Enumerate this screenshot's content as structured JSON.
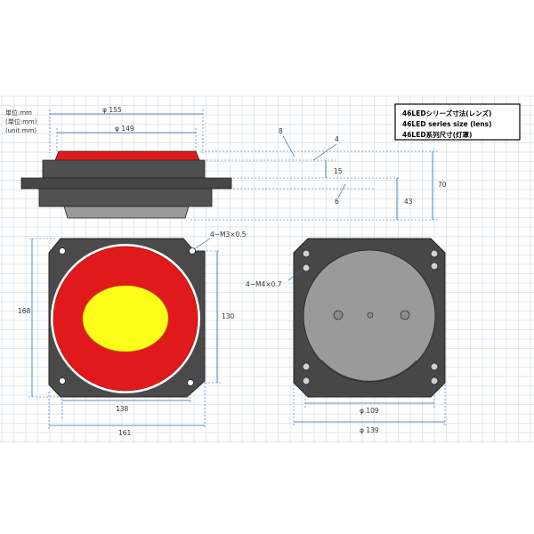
{
  "title_box": {
    "line1": "46LEDシリーズ寸法(レンズ)",
    "line2": "46LED series size (lens)",
    "line3": "46LED系列尺寸(灯罩)"
  },
  "units": {
    "line1": "単位:mm",
    "line2": "(単位:mm)",
    "line3": "(unit:mm)"
  },
  "side_view": {
    "dim_outer_diameter": "φ 155",
    "dim_lens_diameter": "φ 149",
    "callout_8": "8",
    "callout_4": "4",
    "callout_6": "6",
    "dim_15": "15",
    "dim_43": "43",
    "dim_70": "70"
  },
  "front_view": {
    "hole_spec": "4−M3×0.5",
    "dim_height": "168",
    "dim_hole_spacing_v": "130",
    "dim_hole_spacing_h": "138",
    "dim_width": "161"
  },
  "back_view": {
    "hole_spec": "4−M4×0.7",
    "dim_inner_diameter": "φ 109",
    "dim_outer_diameter": "φ 139"
  },
  "colors": {
    "lens_red": "#e01a1a",
    "lens_yellow": "#ffff1a",
    "body_gray": "#555555",
    "back_gray": "#9a9a9a",
    "dim_line": "#336699",
    "grid": "#c6d2dc"
  }
}
